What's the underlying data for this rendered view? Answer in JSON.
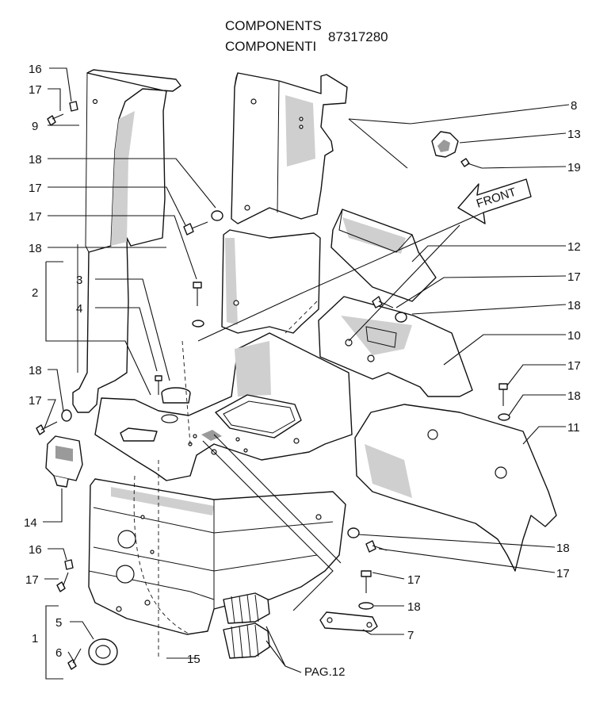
{
  "header": {
    "title_en": "COMPONENTS",
    "title_it": "COMPONENTI",
    "part_number": "87317280"
  },
  "front_label": "FRONT",
  "callouts": [
    {
      "id": "c16a",
      "label": "16"
    },
    {
      "id": "c17a",
      "label": "17"
    },
    {
      "id": "c9",
      "label": "9"
    },
    {
      "id": "c18a",
      "label": "18"
    },
    {
      "id": "c17b",
      "label": "17"
    },
    {
      "id": "c17c",
      "label": "17"
    },
    {
      "id": "c18b",
      "label": "18"
    },
    {
      "id": "c2",
      "label": "2"
    },
    {
      "id": "c3",
      "label": "3"
    },
    {
      "id": "c4",
      "label": "4"
    },
    {
      "id": "c18c",
      "label": "18"
    },
    {
      "id": "c17d",
      "label": "17"
    },
    {
      "id": "c14",
      "label": "14"
    },
    {
      "id": "c16b",
      "label": "16"
    },
    {
      "id": "c17e",
      "label": "17"
    },
    {
      "id": "c1",
      "label": "1"
    },
    {
      "id": "c5",
      "label": "5"
    },
    {
      "id": "c6",
      "label": "6"
    },
    {
      "id": "c15",
      "label": "15"
    },
    {
      "id": "c8",
      "label": "8"
    },
    {
      "id": "c13",
      "label": "13"
    },
    {
      "id": "c19",
      "label": "19"
    },
    {
      "id": "c12",
      "label": "12"
    },
    {
      "id": "c17f",
      "label": "17"
    },
    {
      "id": "c18d",
      "label": "18"
    },
    {
      "id": "c10",
      "label": "10"
    },
    {
      "id": "c17g",
      "label": "17"
    },
    {
      "id": "c18e",
      "label": "18"
    },
    {
      "id": "c11",
      "label": "11"
    },
    {
      "id": "c18f",
      "label": "18"
    },
    {
      "id": "c17h",
      "label": "17"
    },
    {
      "id": "c17i",
      "label": "17"
    },
    {
      "id": "c18g",
      "label": "18"
    },
    {
      "id": "c7",
      "label": "7"
    },
    {
      "id": "cpag",
      "label": "PAG.12"
    }
  ]
}
